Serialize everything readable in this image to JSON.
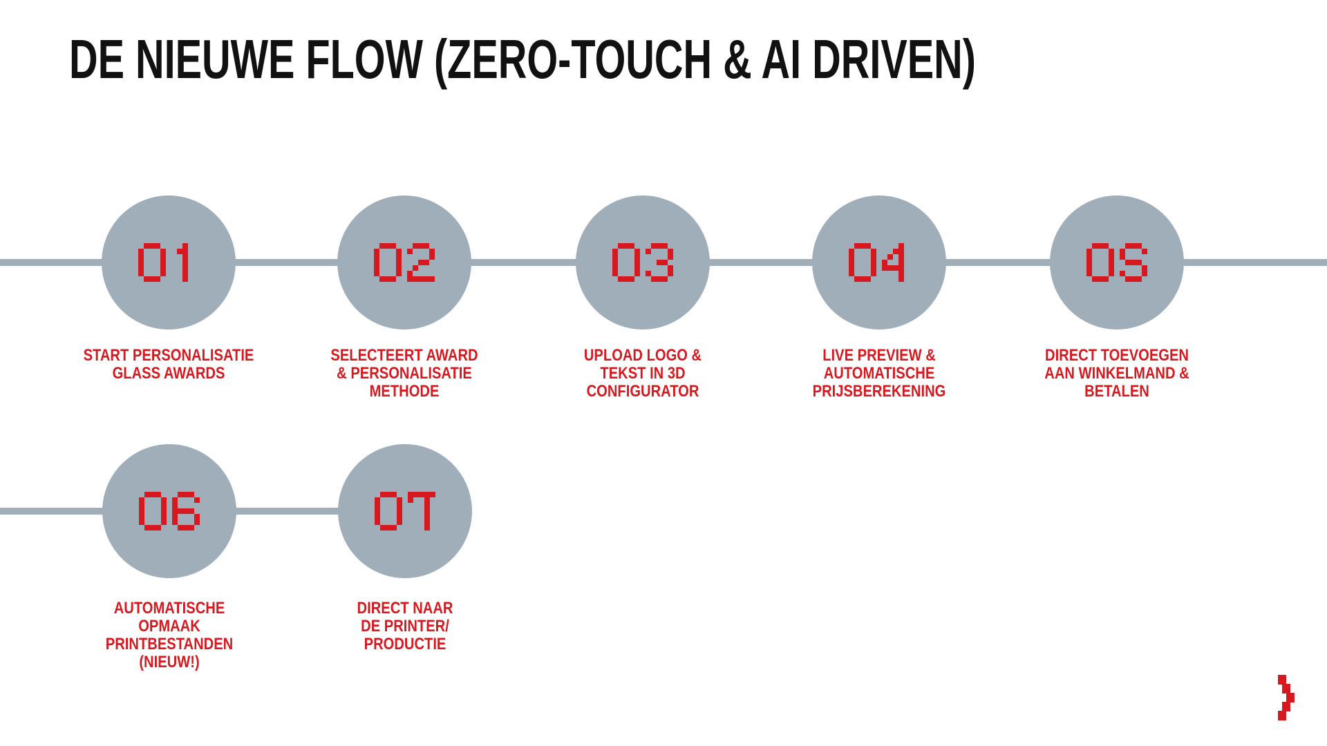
{
  "title": "DE NIEUWE FLOW (ZERO-TOUCH & AI DRIVEN)",
  "colors": {
    "red": "#D7181F",
    "gray_blue": "#9FAEB9",
    "title": "#111111",
    "background": "#FFFFFF"
  },
  "flow": {
    "rows": [
      {
        "steps": [
          {
            "number": "01",
            "label": "START PERSONALISATIE\nGLASS AWARDS"
          },
          {
            "number": "02",
            "label": "SELECTEERT AWARD\n& PERSONALISATIE\nMETHODE"
          },
          {
            "number": "03",
            "label": "UPLOAD LOGO &\nTEKST IN 3D\nCONFIGURATOR"
          },
          {
            "number": "04",
            "label": "LIVE PREVIEW &\nAUTOMATISCHE\nPRIJSBEREKENING"
          },
          {
            "number": "05",
            "label": "DIRECT TOEVOEGEN\nAAN WINKELMAND &\nBETALEN"
          }
        ]
      },
      {
        "steps": [
          {
            "number": "06",
            "label": "AUTOMATISCHE\nOPMAAK\nPRINTBESTANDEN\n(NIEUW!)"
          },
          {
            "number": "07",
            "label": "DIRECT NAAR\nDE PRINTER/\nPRODUCTIE"
          }
        ]
      }
    ]
  },
  "icons": {
    "next_chevron": "pixel-chevron-right-icon"
  }
}
